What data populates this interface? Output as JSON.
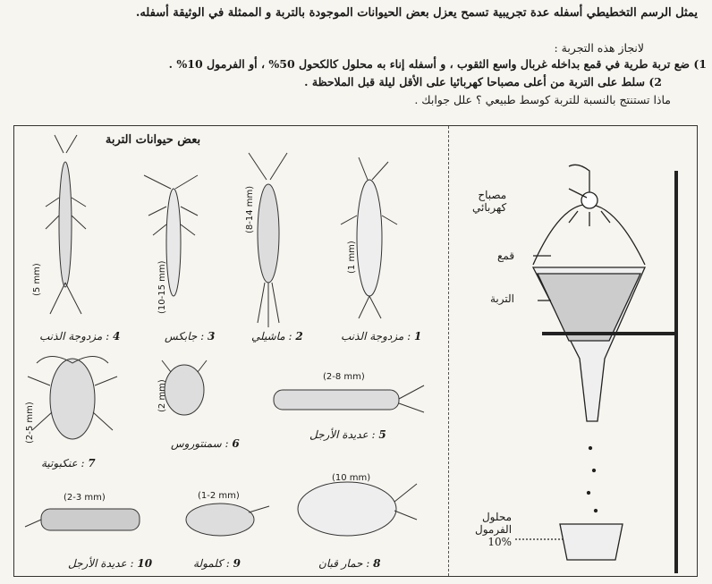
{
  "intro": "يمثل الرسم التخطيطي أسفله عدة تجريبية تسمح يعزل بعض الحيوانات الموجودة بالتربة و الممثلة في الوثيقة أسفله.",
  "steps_title": "لانجاز هذه التجربة :",
  "step1": "1) ضع تربة طرية في قمع بداخله غربال واسع الثقوب ، و أسفله إناء به محلول كالكحول 50% ، أو الفرمول 10% .",
  "step2": "2) سلط على التربة من أعلى مصباحا كهربائيا على الأقل ليلة قبل الملاحظة .",
  "question": "ماذا تستنتج بالنسبة للتربة كوسط طبيعي ؟ علل جوابك .",
  "panel_title": "بعض حيوانات التربة",
  "animals": [
    {
      "num": "1",
      "name": "مزدوجة الذنب",
      "size": "(1 mm)"
    },
    {
      "num": "2",
      "name": "ماشيلي",
      "size": "(8-14 mm)"
    },
    {
      "num": "3",
      "name": "جابكس",
      "size": "(10-15 mm)"
    },
    {
      "num": "4",
      "name": "مزدوجة الذنب",
      "size": "(5 mm)"
    },
    {
      "num": "5",
      "name": "عديدة الأرجل",
      "size": "(2-8 mm)"
    },
    {
      "num": "6",
      "name": "سمنتوروس",
      "size": "(2 mm)"
    },
    {
      "num": "7",
      "name": "عنكبوتية",
      "size": "(2-5 mm)"
    },
    {
      "num": "8",
      "name": "حمار قبان",
      "size": "(10 mm)"
    },
    {
      "num": "9",
      "name": "كلمولة",
      "size": "(1-2 mm)"
    },
    {
      "num": "10",
      "name": "عديدة الأرجل",
      "size": "(2-3 mm)"
    }
  ],
  "apparatus": {
    "lamp": "مصباح",
    "lamp2": "كهربائي",
    "funnel": "قمع",
    "soil": "التربة",
    "solution1": "محلول",
    "solution2": "الفرمول",
    "percent": "10%"
  }
}
